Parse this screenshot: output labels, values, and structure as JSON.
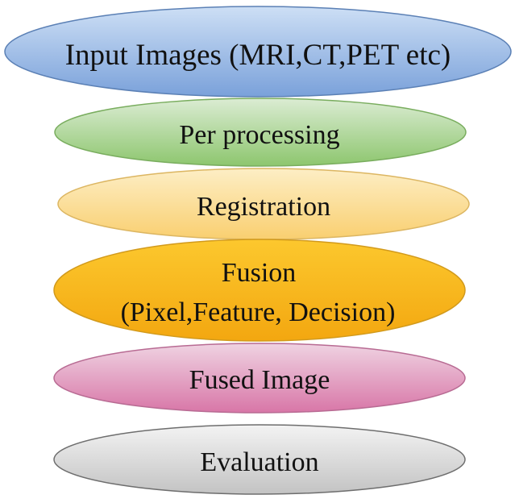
{
  "diagram": {
    "steps": [
      {
        "label": "Input Images (MRI,CT,PET etc)",
        "color": "#9dbce6"
      },
      {
        "label": "Per processing",
        "color": "#b3d99f"
      },
      {
        "label": "Registration",
        "color": "#fbdd93"
      },
      {
        "label_line1": "Fusion",
        "label_line2": "(Pixel,Feature, Decision)",
        "color": "#f8b81a"
      },
      {
        "label": "Fused Image",
        "color": "#e3a0c2"
      },
      {
        "label": "Evaluation",
        "color": "#dcdcdc"
      }
    ]
  }
}
